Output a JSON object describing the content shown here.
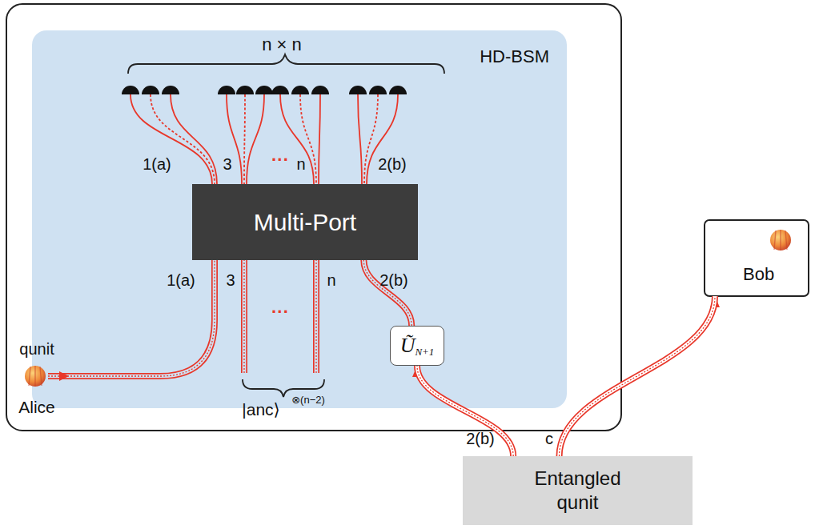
{
  "diagram": {
    "nodes": [
      {
        "text": [
          "HD-BSM"
        ]
      },
      {
        "text": [
          "Multi-Port"
        ],
        "in": 0
      },
      {
        "text": [
          "Ũ",
          "N+1"
        ],
        "in": 0
      },
      {
        "text": [
          "Entangled qunit"
        ]
      },
      {
        "text": [
          "Bob"
        ]
      }
    ],
    "edges": [
      {
        "from": 3,
        "to": 2,
        "arrow": "to",
        "label": "2(b)"
      },
      {
        "from": 3,
        "to": 4,
        "arrow": "to",
        "label": "c"
      },
      {
        "from": 2,
        "to": 1,
        "arrow": "none"
      }
    ],
    "labels": [
      "n × n",
      "1(a)",
      "3",
      "···",
      "n",
      "2(b)",
      "1(a)",
      "3",
      "···",
      "n",
      "2(b)",
      "|anc⟩",
      "⊗(n−2)",
      "qunit",
      "Alice"
    ]
  }
}
